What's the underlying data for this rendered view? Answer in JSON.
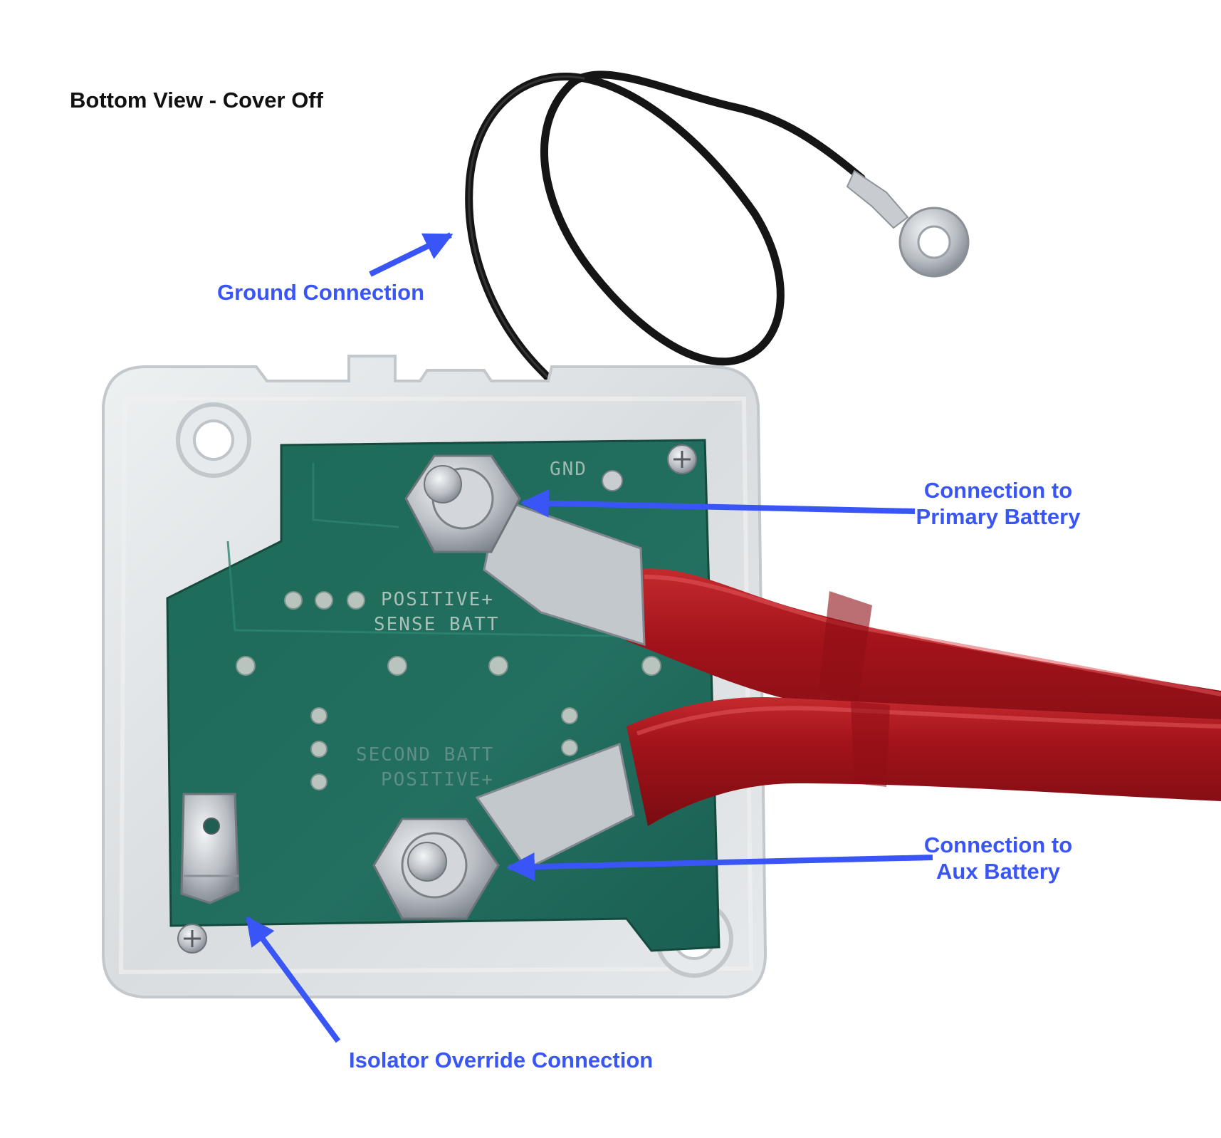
{
  "title": "Bottom View - Cover Off",
  "callouts": {
    "ground": "Ground Connection",
    "primary_line1": "Connection to",
    "primary_line2": "Primary Battery",
    "aux_line1": "Connection to",
    "aux_line2": "Aux Battery",
    "override": "Isolator Override Connection"
  },
  "pcb_silkscreen": {
    "gnd": "GND",
    "sense_line1": "POSITIVE+",
    "sense_line2": "SENSE BATT",
    "second_line1": "SECOND BATT",
    "second_line2": "POSITIVE+"
  },
  "colors": {
    "callout_blue": "#3a55f5",
    "pcb_green": "#1f6b5a",
    "housing": "#dfe3e5",
    "cable_red": "#a3131a",
    "wire_black": "#151515",
    "metal": "#c9cdd2"
  }
}
